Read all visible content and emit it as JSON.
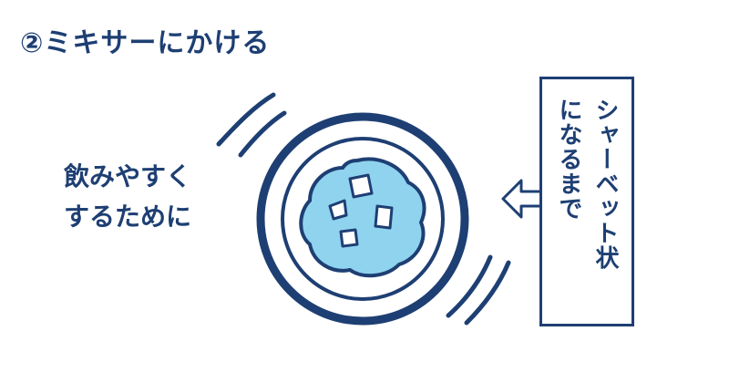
{
  "title": "②ミキサーにかける",
  "left_note": {
    "line1": "飲みやすく",
    "line2": "するために"
  },
  "right_note": {
    "line1": "シャーベット状",
    "line2": "になるまで"
  },
  "colors": {
    "navy": "#1e3f73",
    "light_blue": "#8fd3ef",
    "white": "#ffffff"
  },
  "icons": {
    "blender": "blender-top-view-icon",
    "arrow": "arrow-left-icon",
    "motion": "spin-motion-lines-icon"
  }
}
